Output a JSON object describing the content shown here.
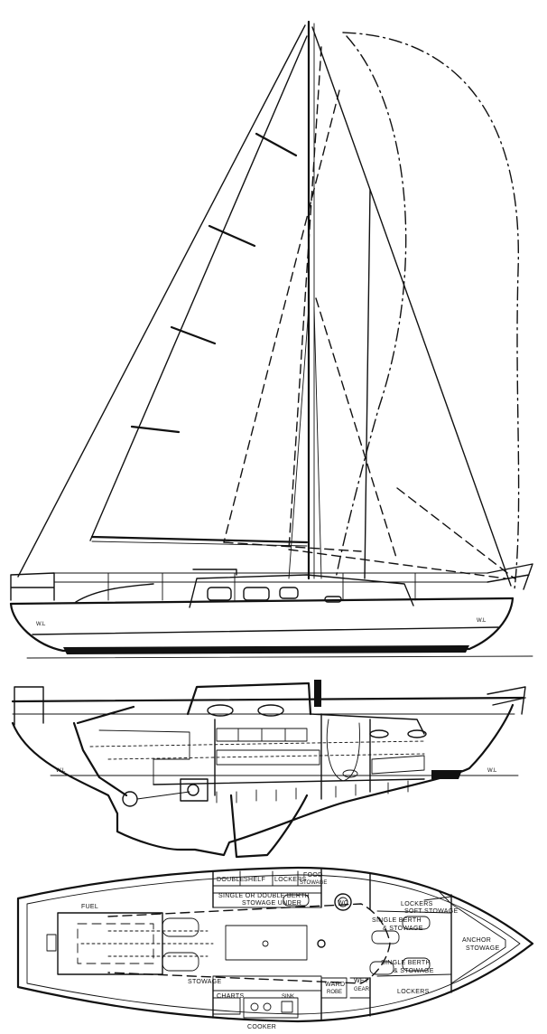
{
  "sail_plan": {
    "waterline_labels": [
      "W.L",
      "W.L"
    ]
  },
  "profile": {
    "waterline_labels": [
      "W.L",
      "W.L"
    ]
  },
  "accommodation_plan": {
    "labels": {
      "double": "DOUBLE",
      "shelf": "SHELF",
      "lockers_top": "LOCKERS",
      "food": "FOOD",
      "food_stowage": "STOWAGE",
      "single_or_double_berth": "SINGLE OR DOUBLE BERTH",
      "stowage_under": "STOWAGE UNDER",
      "wc": "WC",
      "lockers_right": "LOCKERS",
      "soft": "SOFT",
      "soft_stowage": "STOWAGE",
      "single_berth_1": "SINGLE BERTH",
      "stowage_1": "& STOWAGE",
      "fuel": "FUEL",
      "anchor": "ANCHOR",
      "anchor_stowage": "STOWAGE",
      "single_berth_2": "SINGLE BERTH",
      "stowage_2": "& STOWAGE",
      "stowage_left": "STOWAGE",
      "charts": "CHARTS",
      "ward": "WARD",
      "robe": "ROBE",
      "wet": "WET",
      "gear": "GEAR",
      "cooker": "COOKER",
      "sink": "SINK",
      "lockers_bottom": "LOCKERS"
    }
  }
}
